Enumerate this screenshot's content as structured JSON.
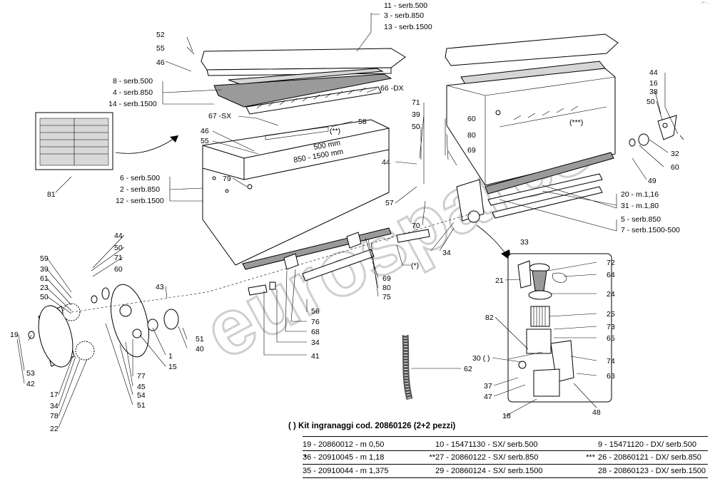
{
  "corner_mark": "·°° ···",
  "watermark": "eurospares",
  "labels": {
    "n11": "11 - serb.500",
    "n3": "3 - serb.850",
    "n13": "13 - serb.1500",
    "n52": "52",
    "n55a": "55",
    "n46a": "46",
    "n8": "8 - serb.500",
    "n4": "4 - serb.850",
    "n14": "14 - serb.1500",
    "n66": "66 -DX",
    "n67": "67 -SX",
    "n58": "58",
    "star2": "(**)",
    "dim500": "500 mm",
    "dim850": "850 - 1500 mm",
    "n46b": "46",
    "n55b": "55",
    "n81": "81",
    "n79": "79",
    "n6": "6 - serb.500",
    "n2": "2 - serb.850",
    "n12": "12 - serb.1500",
    "n71a": "71",
    "n39a": "39",
    "n50a": "50",
    "n60a": "60",
    "n80a": "80",
    "n69a": "69",
    "n44a": "44",
    "n57": "57",
    "n70": "70",
    "star3": "(***)",
    "n44b": "44",
    "n16": "16",
    "n38": "38",
    "n50b": "50",
    "n32": "32",
    "n60b": "60",
    "n49": "49",
    "n20": "20 - m.1,16",
    "n31": "31 - m.1,80",
    "n5": "5 - serb.850",
    "n7": "7 - serb.1500-500",
    "n33": "33",
    "n34a": "34",
    "star1": "(*)",
    "n44c": "44",
    "n50c": "50",
    "n71b": "71",
    "n60c": "60",
    "n59": "59",
    "n39b": "39",
    "n61": "61",
    "n23": "23",
    "n50d": "50",
    "n43": "43",
    "n19": "19",
    "n53": "53",
    "n42": "42",
    "n17": "17",
    "n34b": "34",
    "n78": "78",
    "n22": "22",
    "n1": "1",
    "n15": "15",
    "n51a": "51",
    "n40": "40",
    "n77": "77",
    "n45": "45",
    "n54": "54",
    "n51b": "51",
    "n41": "41",
    "n34c": "34",
    "n68": "68",
    "n76": "76",
    "n56": "56",
    "n75": "75",
    "n80b": "80",
    "n69b": "69",
    "n62": "62",
    "n72": "72",
    "n64": "64",
    "n24": "24",
    "n25": "25",
    "n73": "73",
    "n65": "65",
    "n74": "74",
    "n63": "63",
    "n21": "21",
    "n82": "82",
    "n30": "30 ( )",
    "n37": "37",
    "n47": "47",
    "n18": "18",
    "n48": "48"
  },
  "kit": {
    "title": "( ) Kit ingranaggi cod. 20860126 (2+2 pezzi)",
    "columns": [
      {
        "rows": [
          {
            "marker": "",
            "text": "19 - 20860012 - m 0,50"
          },
          {
            "marker": "*",
            "text": "36 - 20910045 - m 1,18"
          },
          {
            "marker": "",
            "text": "35 - 20910044 - m 1,375"
          }
        ]
      },
      {
        "rows": [
          {
            "marker": "",
            "text": "10 - 15471130 - SX/ serb.500"
          },
          {
            "marker": "**",
            "text": "27 - 20860122 - SX/ serb.850"
          },
          {
            "marker": "",
            "text": "29 - 20860124 - SX/ serb.1500"
          }
        ]
      },
      {
        "rows": [
          {
            "marker": "",
            "text": "9 - 15471120 - DX/ serb.500"
          },
          {
            "marker": "***",
            "text": "26 - 20860121 - DX/ serb.850"
          },
          {
            "marker": "",
            "text": "28 - 20860123 - DX/ serb.1500"
          }
        ]
      }
    ]
  }
}
